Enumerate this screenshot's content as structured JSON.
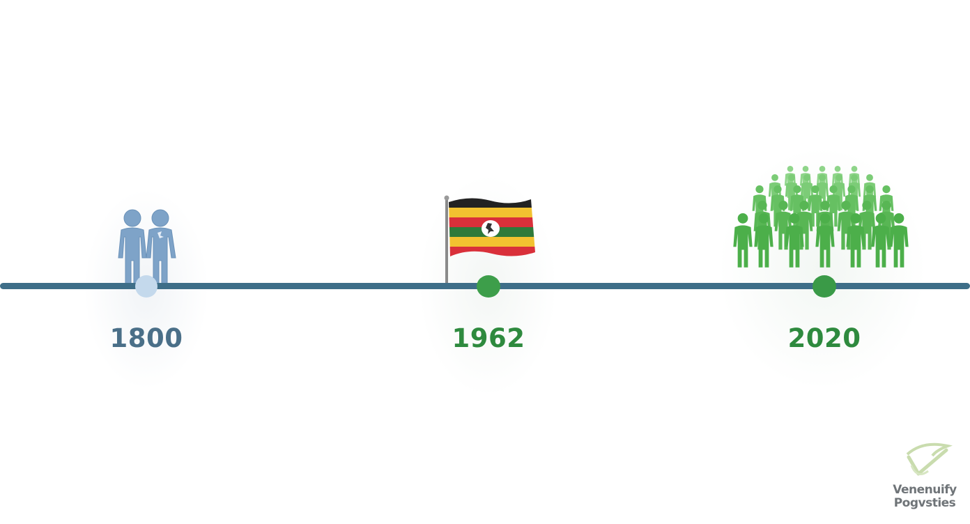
{
  "timeline": {
    "line_color": "#3e6e88",
    "events": [
      {
        "year": "1800",
        "icon": "two-people-icon",
        "label_color": "#4a6f88",
        "marker_color": "#c4d9ec"
      },
      {
        "year": "1962",
        "icon": "uganda-flag-icon",
        "label_color": "#2e8a3e",
        "marker_color": "#3d9e4a"
      },
      {
        "year": "2020",
        "icon": "crowd-icon",
        "label_color": "#2e8a3e",
        "marker_color": "#3a9a47"
      }
    ]
  },
  "watermark": {
    "icon": "checkmark-badge-icon",
    "line1": "Venenuify",
    "line2": "Pogvsties"
  }
}
